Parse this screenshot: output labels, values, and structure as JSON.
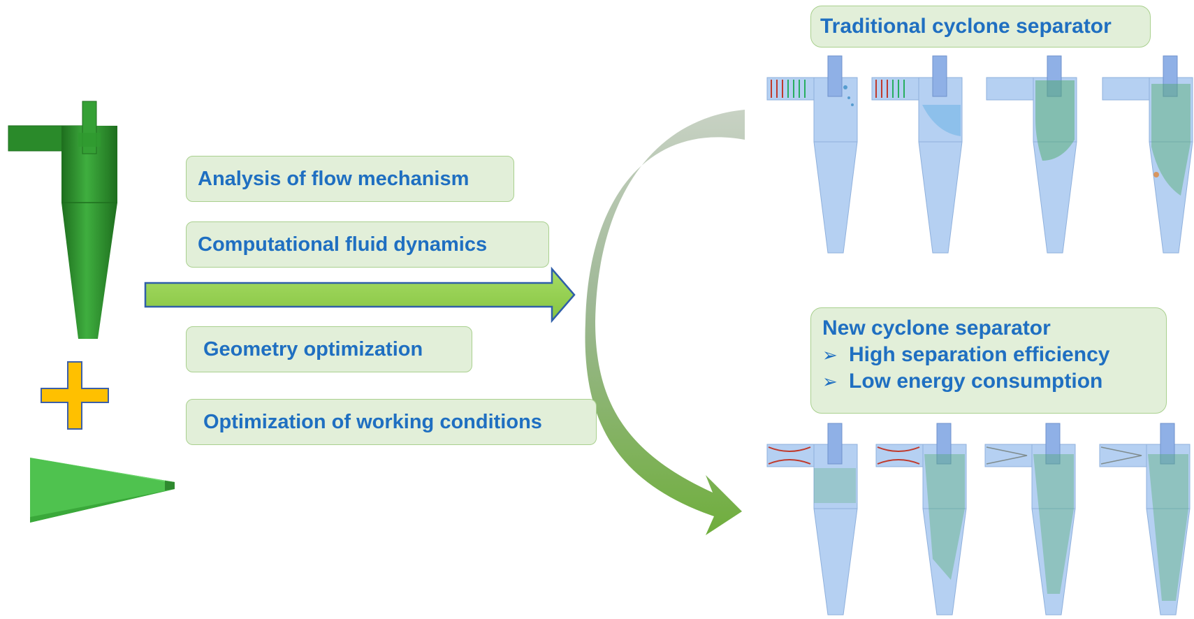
{
  "labels": {
    "flow": "Analysis of flow mechanism",
    "cfd": "Computational fluid dynamics",
    "geometry": "Geometry optimization",
    "working": "Optimization of working conditions"
  },
  "traditional": {
    "title": "Traditional cyclone separator"
  },
  "new_design": {
    "title": "New cyclone separator",
    "benefits": [
      "High separation efficiency",
      "Low energy consumption"
    ]
  },
  "colors": {
    "label_fill": "#e2efd9",
    "label_border": "#a9d08e",
    "label_text": "#1f6fc1",
    "arrow": "#92d050",
    "plus": "#ffc000",
    "cyclone_green": "#2e8b2e",
    "cone_green": "#4fc24f",
    "cyclone_blue": "#a9c8ef"
  }
}
